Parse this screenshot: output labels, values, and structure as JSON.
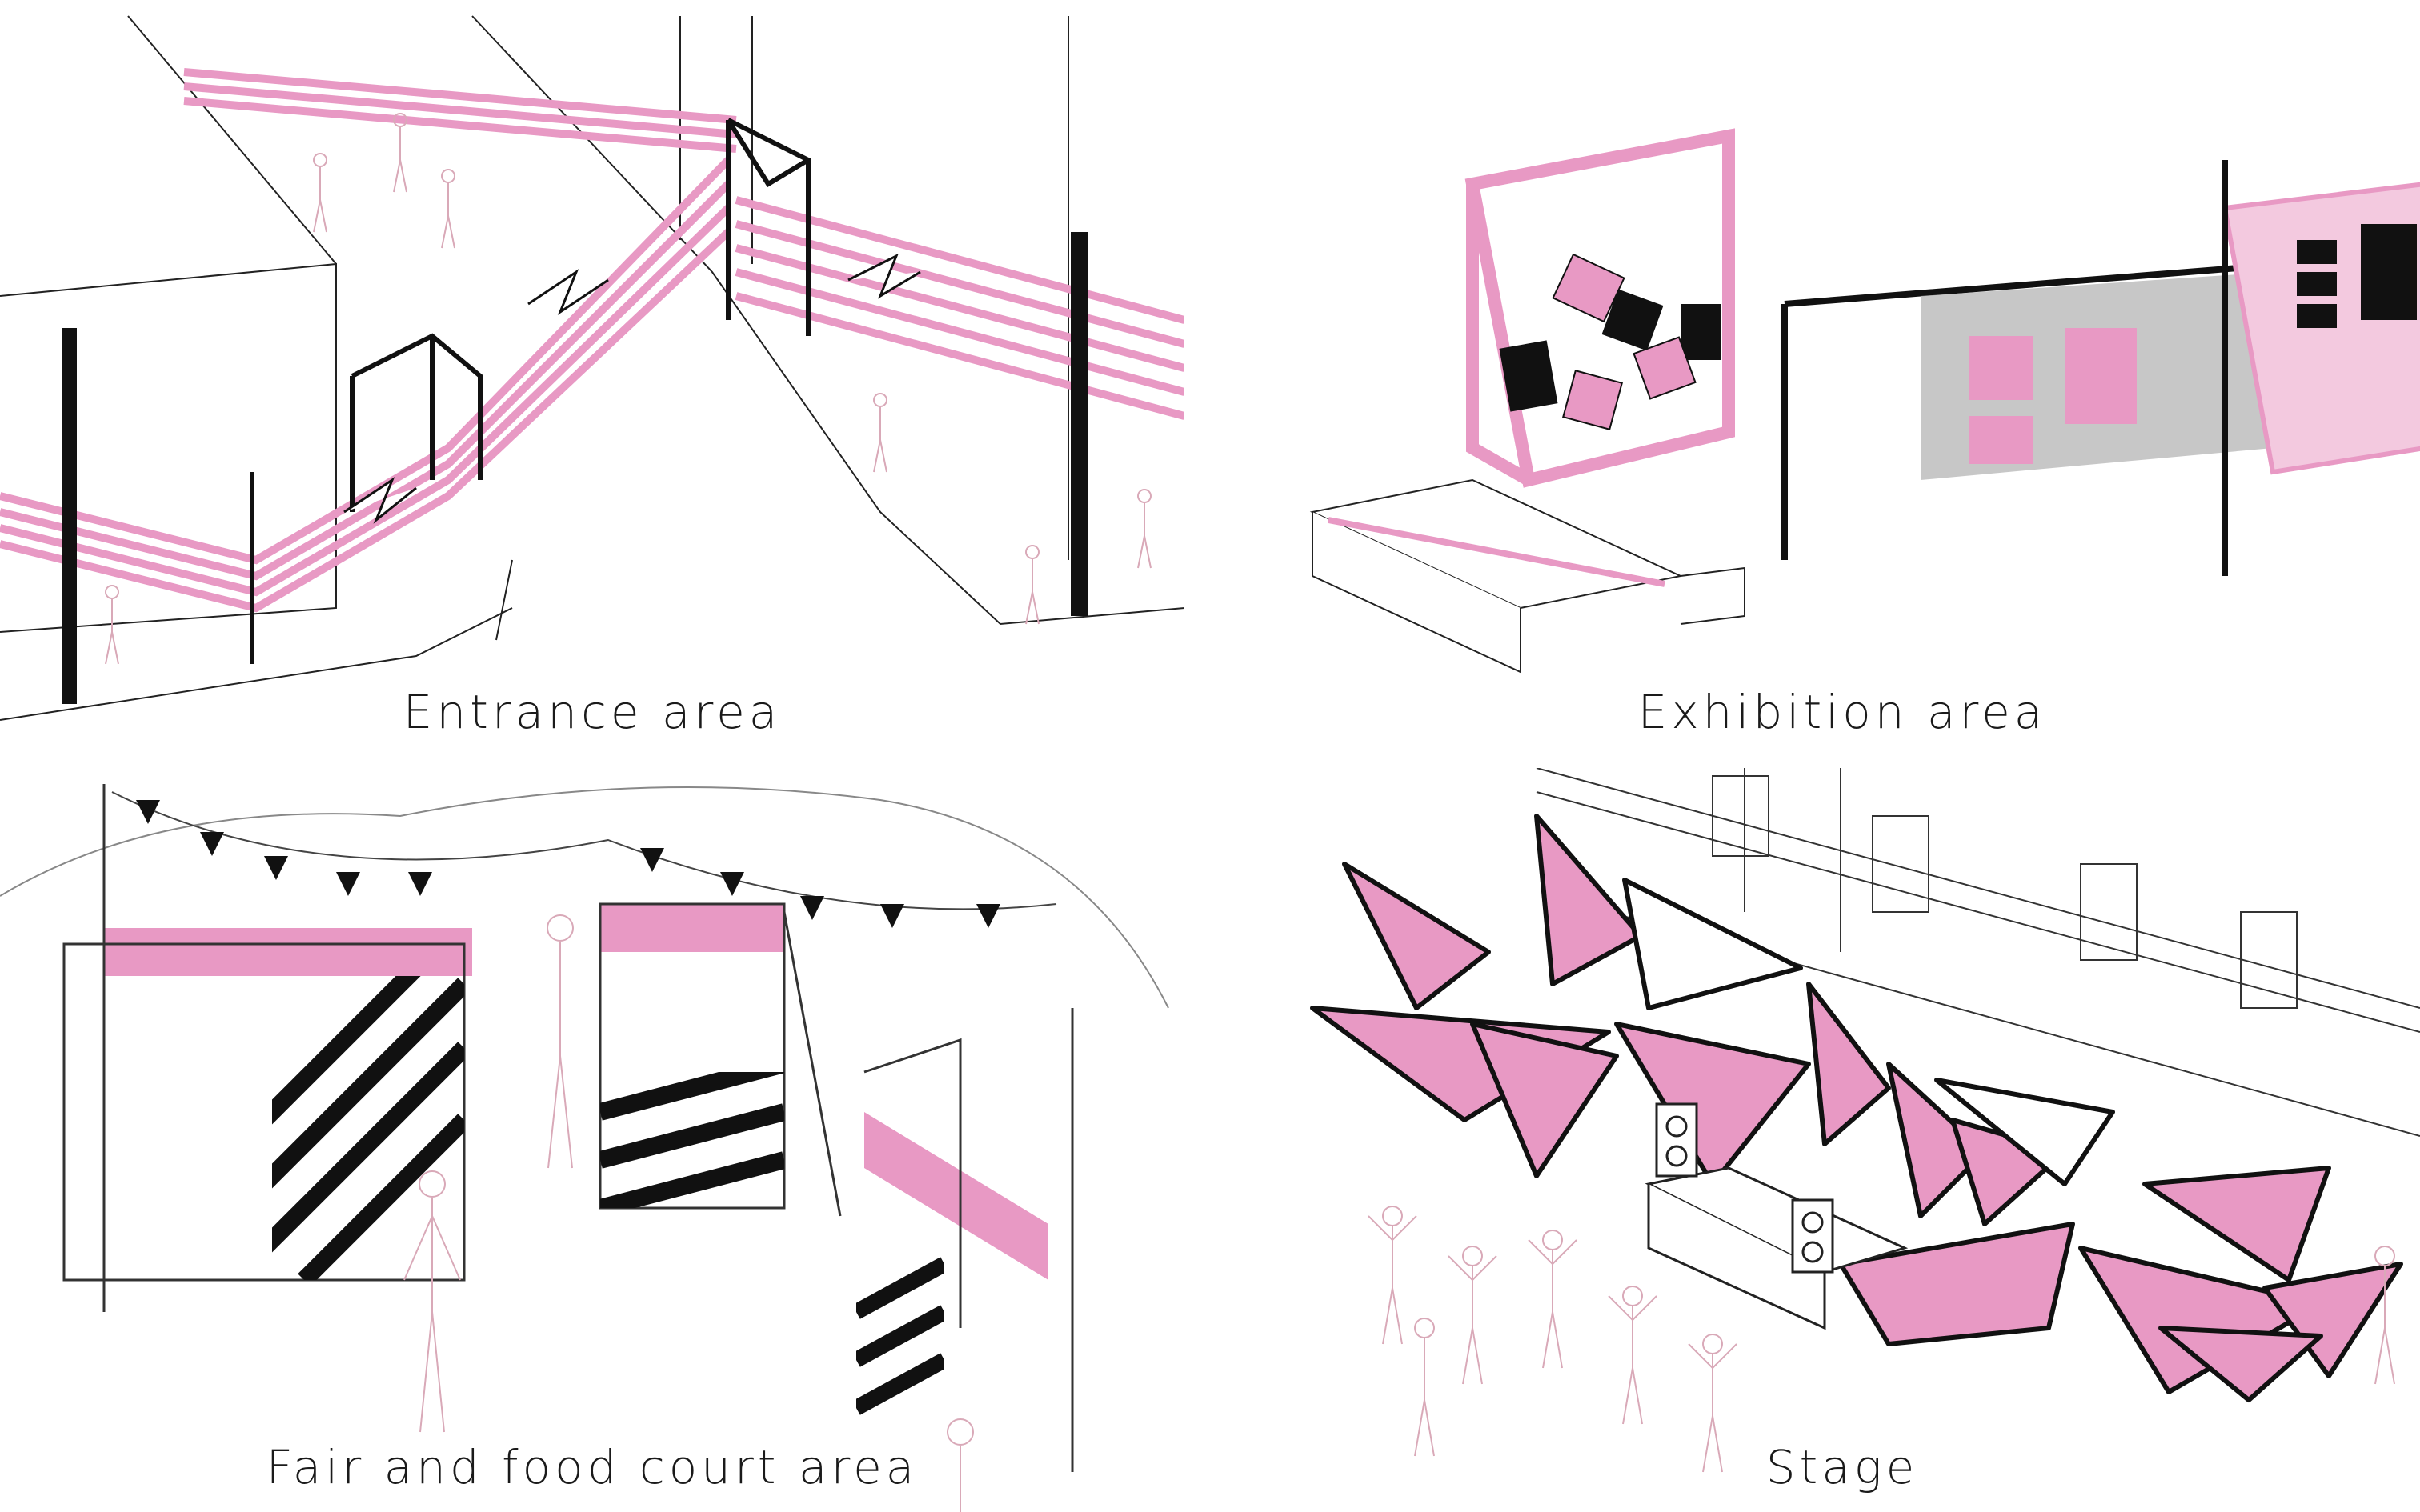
{
  "panels": {
    "entrance": {
      "caption": "Entrance area"
    },
    "exhibition": {
      "caption": "Exhibition area"
    },
    "fair": {
      "caption": "Fair and food court area"
    },
    "stage": {
      "caption": "Stage"
    }
  },
  "colors": {
    "pink": "#e899c4",
    "black": "#111111",
    "grey": "#b9b9b9",
    "figure_outline": "#d9a9b8"
  }
}
